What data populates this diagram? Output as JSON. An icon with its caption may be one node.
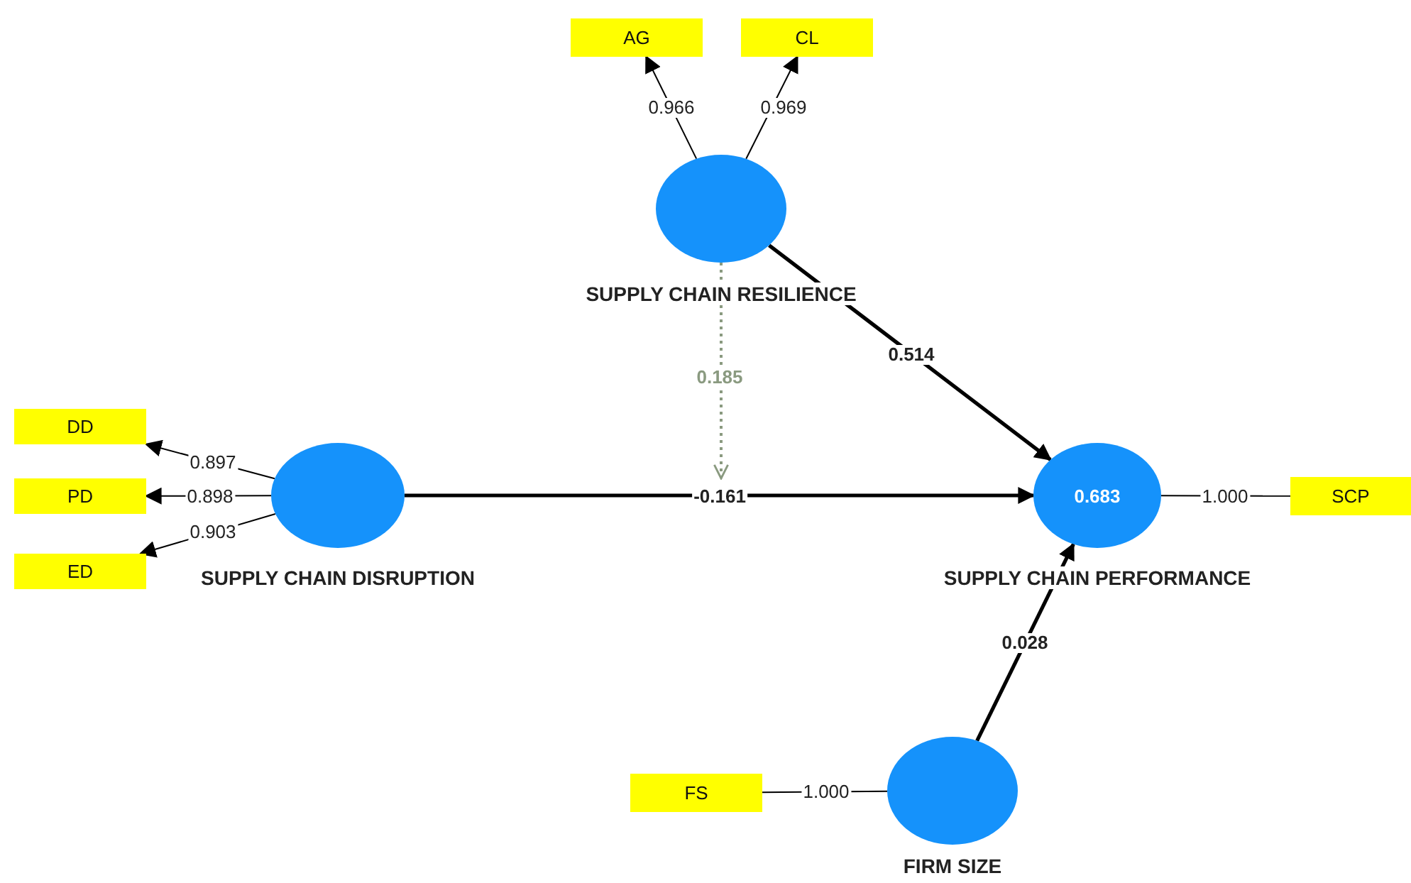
{
  "diagram": {
    "nodes": [
      {
        "text": [
          "AG"
        ]
      },
      {
        "text": [
          "CL"
        ]
      },
      {
        "text": [
          "SUPPLY CHAIN RESILIENCE"
        ]
      },
      {
        "text": [
          "DD"
        ]
      },
      {
        "text": [
          "PD"
        ]
      },
      {
        "text": [
          "ED"
        ]
      },
      {
        "text": [
          "SUPPLY CHAIN DISRUPTION"
        ]
      },
      {
        "text": [
          "0.683",
          "SUPPLY CHAIN PERFORMANCE"
        ]
      },
      {
        "text": [
          "SCP"
        ]
      },
      {
        "text": [
          "FS"
        ]
      },
      {
        "text": [
          "FIRM SIZE"
        ]
      }
    ],
    "edges": [
      {
        "from": 2,
        "to": 0,
        "arrow": "to",
        "label": "0.966"
      },
      {
        "from": 2,
        "to": 1,
        "arrow": "to",
        "label": "0.969"
      },
      {
        "from": 6,
        "to": 3,
        "arrow": "to",
        "label": "0.897"
      },
      {
        "from": 6,
        "to": 4,
        "arrow": "to",
        "label": "0.898"
      },
      {
        "from": 6,
        "to": 5,
        "arrow": "to",
        "label": "0.903"
      },
      {
        "from": 2,
        "to": 7,
        "arrow": "to",
        "label": "0.514",
        "style": "thick"
      },
      {
        "from": 6,
        "to": 7,
        "arrow": "to",
        "label": "-0.161",
        "style": "thick"
      },
      {
        "from": 7,
        "to": 8,
        "arrow": "none",
        "label": "1.000"
      },
      {
        "from": 9,
        "to": 10,
        "arrow": "none",
        "label": "1.000"
      },
      {
        "from": 10,
        "to": 7,
        "arrow": "to",
        "label": "0.028",
        "style": "thick"
      },
      {
        "from": 2,
        "to": null,
        "arrow": "to",
        "label": "0.185",
        "style": "dashed",
        "color": "#8a9a80"
      }
    ]
  }
}
